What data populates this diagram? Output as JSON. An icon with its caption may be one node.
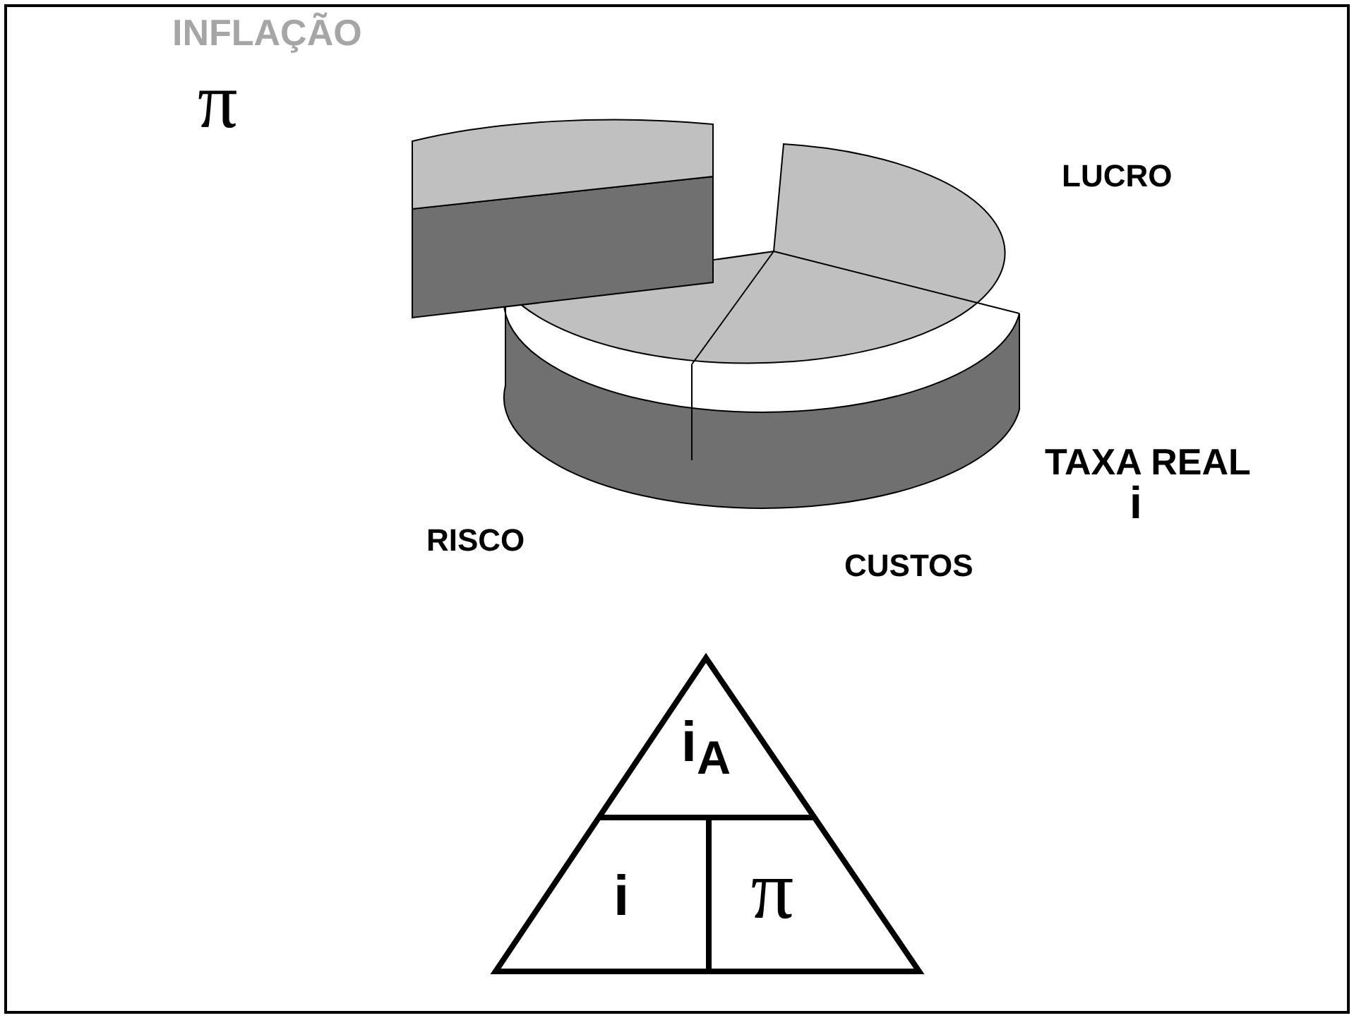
{
  "diagram": {
    "nodes": [
      {
        "text": [
          "i$_{A}$"
        ]
      },
      {
        "text": [
          "i"
        ]
      },
      {
        "text": [
          "π"
        ]
      }
    ],
    "labels": [
      "INFLAÇÃO",
      "π",
      "LUCRO",
      "RISCO",
      "CUSTOS",
      "TAXA REAL",
      "i"
    ]
  }
}
